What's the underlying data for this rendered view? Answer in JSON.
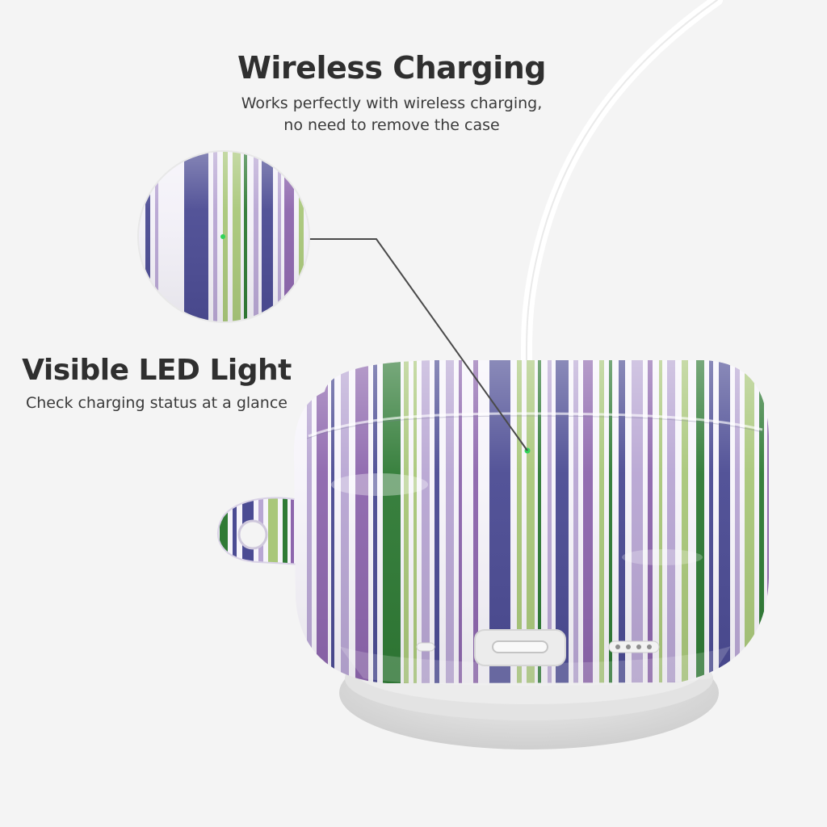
{
  "wireless_charging": {
    "title": "Wireless Charging",
    "description_line1": "Works perfectly with wireless charging,",
    "description_line2": "no need to remove the case"
  },
  "led_light": {
    "title": "Visible LED Light",
    "description": "Check charging status at a glance"
  },
  "colors": {
    "background": "#f4f4f4",
    "stripe_navy": "#4b4b93",
    "stripe_purple": "#8d66ad",
    "stripe_lavender": "#b8a6d3",
    "stripe_green": "#2f7a35",
    "stripe_lime": "#a9c77a",
    "led": "#31d35a"
  }
}
